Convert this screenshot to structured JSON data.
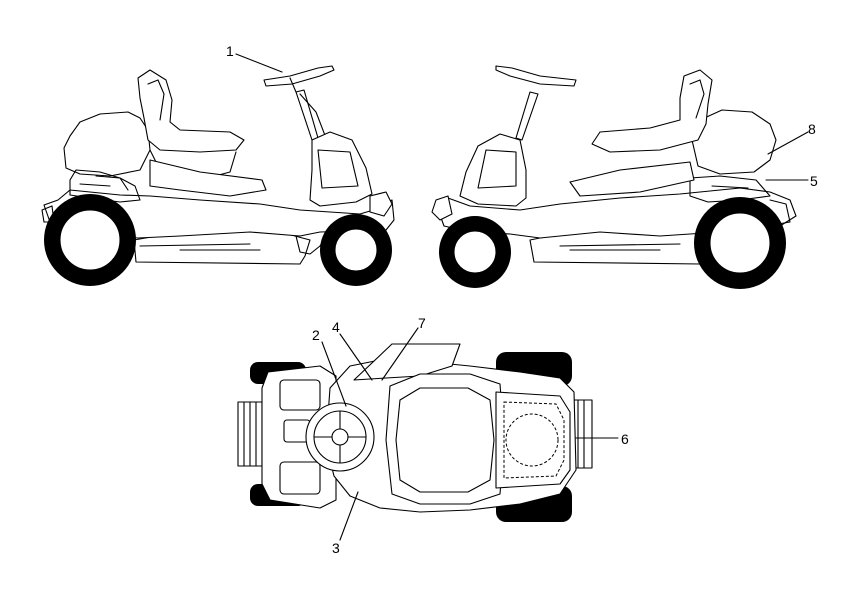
{
  "figure": {
    "callouts": [
      {
        "id": "callout-1",
        "label": "1"
      },
      {
        "id": "callout-2",
        "label": "2"
      },
      {
        "id": "callout-3",
        "label": "3"
      },
      {
        "id": "callout-4",
        "label": "4"
      },
      {
        "id": "callout-5",
        "label": "5"
      },
      {
        "id": "callout-6",
        "label": "6"
      },
      {
        "id": "callout-7",
        "label": "7"
      },
      {
        "id": "callout-8",
        "label": "8"
      }
    ]
  }
}
